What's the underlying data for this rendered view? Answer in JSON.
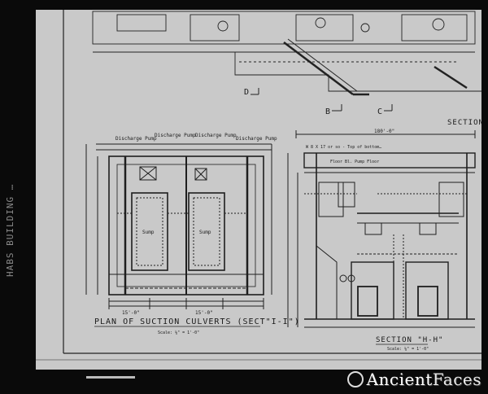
{
  "edge_text": "HABS BUILDING …",
  "plan": {
    "title": "PLAN OF SUCTION CULVERTS (SECT\"I-I\")",
    "scale": "Scale: ⅛\" = 1'-0\"",
    "labels": {
      "discharge_pump_1": "Discharge Pump",
      "discharge_pump_2": "Discharge Pump",
      "discharge_pump_3": "Discharge Pump",
      "discharge_pump_4": "Discharge Pump",
      "sump_left": "Sump",
      "sump_right": "Sump",
      "dim_bottom_1": "15'-0\"",
      "dim_bottom_2": "15'-0\""
    }
  },
  "section": {
    "title": "SECTION \"H-H\"",
    "scale": "Scale: ⅛\" = 1'-0\"",
    "top_dim": "180'-0\"",
    "header_note": "W 8 X 17 or so - Top of bottom…",
    "floor_note": "Floor Bl. Pump Floor",
    "cut_label": "SECTION"
  },
  "markers": {
    "d": "D",
    "b": "B",
    "c": "C"
  },
  "watermark": {
    "part1": "Ancient",
    "part2": "Faces"
  }
}
